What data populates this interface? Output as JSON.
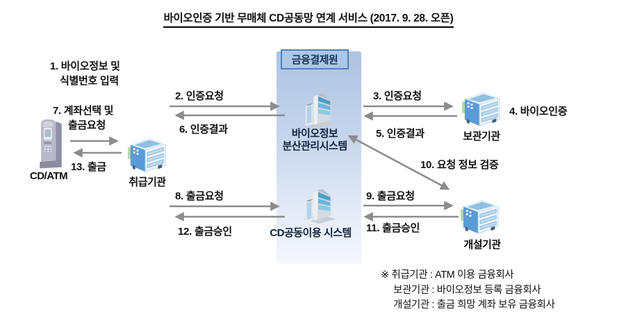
{
  "title": "바이오인증 기반 무매체 CD공동망 연계 서비스 (2017. 9. 28. 오픈)",
  "center": {
    "org": "금융결제원",
    "system1_line1": "바이오정보",
    "system1_line2": "분산관리시스템",
    "system2": "CD공동이용 시스템"
  },
  "nodes": {
    "atm": "CD/ATM",
    "handling": "취급기관",
    "storage": "보관기관",
    "opening": "개설기관"
  },
  "steps": {
    "s1a": "1. 바이오정보 및",
    "s1b": "식별번호 입력",
    "s7a": "7. 계좌선택 및",
    "s7b": "출금요청",
    "s2": "2. 인증요청",
    "s3": "3. 인증요청",
    "s4": "4. 바이오인증",
    "s5": "5. 인증결과",
    "s6": "6. 인증결과",
    "s8": "8. 출금요청",
    "s9": "9. 출금요청",
    "s10": "10. 요청 정보 검증",
    "s11": "11. 출금승인",
    "s12": "12. 출금승인",
    "s13": "13. 출금"
  },
  "footnotes": {
    "line1": "※ 취급기관 : ATM 이용 금융회사",
    "line2": "보관기관 : 바이오정보 등록 금융회사",
    "line3": "개설기관 : 출금 희망 계좌 보유 금융회사"
  },
  "colors": {
    "band_top": "#aec3e2",
    "band_bottom": "#f4f7fc",
    "org_box_fill": "#aec6e8",
    "org_box_border": "#4f81bd",
    "org_text": "#17375e",
    "arrow": "#8c8c8c",
    "building_blue": "#5b9bd5",
    "text": "#111111"
  }
}
